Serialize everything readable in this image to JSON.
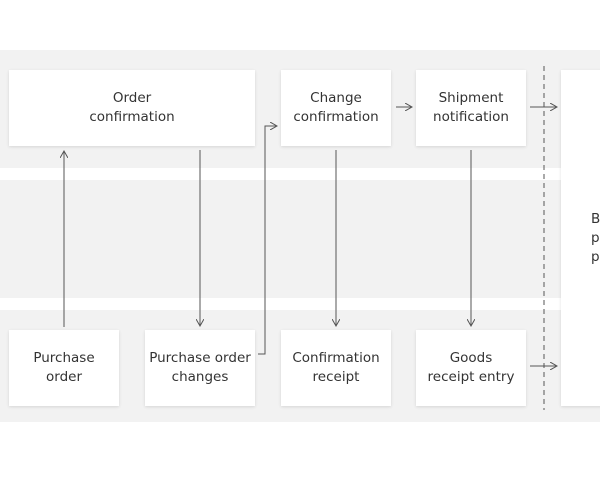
{
  "boxes": {
    "order_confirmation": "Order\nconfirmation",
    "change_confirmation": "Change\nconfirmation",
    "shipment_notification": "Shipment\nnotification",
    "purchase_order": "Purchase\norder",
    "purchase_order_changes": "Purchase order\nchanges",
    "confirmation_receipt": "Confirmation\nreceipt",
    "goods_receipt_entry": "Goods\nreceipt entry",
    "right_partial": "B\npa\np"
  },
  "colors": {
    "band": "#f2f2f2",
    "box": "#ffffff",
    "text": "#333333",
    "line": "#555555"
  }
}
